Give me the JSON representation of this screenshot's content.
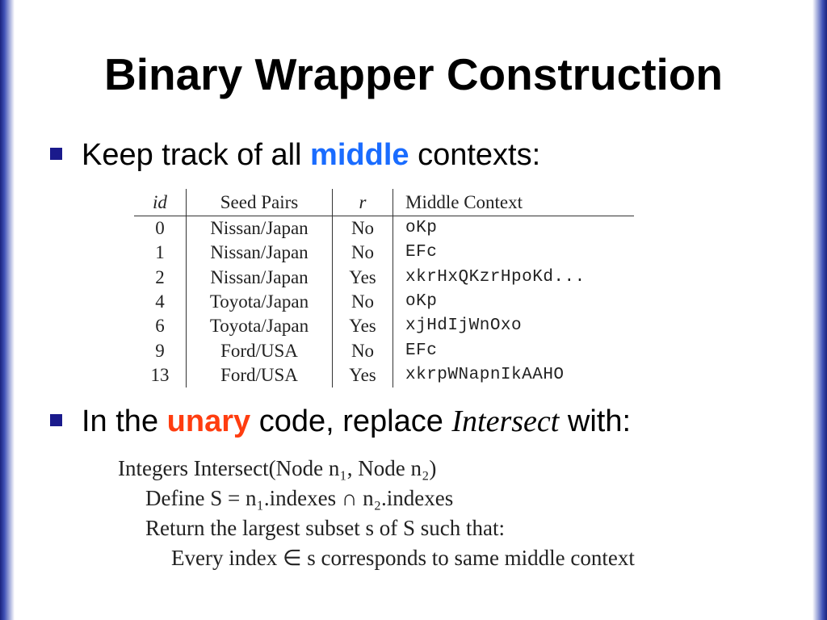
{
  "slide": {
    "title": "Binary Wrapper Construction"
  },
  "bullets": [
    {
      "before": "Keep track of all",
      "highlight": "middle",
      "after": "contexts:"
    },
    {
      "before": "In the",
      "highlight": "unary",
      "middle": "code, replace",
      "emphasis": "Intersect",
      "after": "with:"
    }
  ],
  "table": {
    "headers": [
      "id",
      "Seed Pairs",
      "r",
      "Middle Context"
    ],
    "rows": [
      [
        "0",
        "Nissan/Japan",
        "No",
        "oKp"
      ],
      [
        "1",
        "Nissan/Japan",
        "No",
        "EFc"
      ],
      [
        "2",
        "Nissan/Japan",
        "Yes",
        "xkrHxQKzrHpoKd..."
      ],
      [
        "4",
        "Toyota/Japan",
        "No",
        "oKp"
      ],
      [
        "6",
        "Toyota/Japan",
        "Yes",
        "xjHdIjWnOxo"
      ],
      [
        "9",
        "Ford/USA",
        "No",
        "EFc"
      ],
      [
        "13",
        "Ford/USA",
        "Yes",
        "xkrpWNapnIkAAHO"
      ]
    ]
  },
  "code": {
    "line1": "Integers Intersect(Node n₁, Node n₂)",
    "line2": "Define S = n₁.indexes ∩ n₂.indexes",
    "line3": "Return the largest subset s of S such that:",
    "line4": "Every index ∈ s corresponds to same middle context"
  },
  "colors": {
    "accent_blue": "#1a6cff",
    "accent_orange": "#ff3d10",
    "bullet_square": "#1a1a8c",
    "border_gradient": "#1a237e"
  }
}
